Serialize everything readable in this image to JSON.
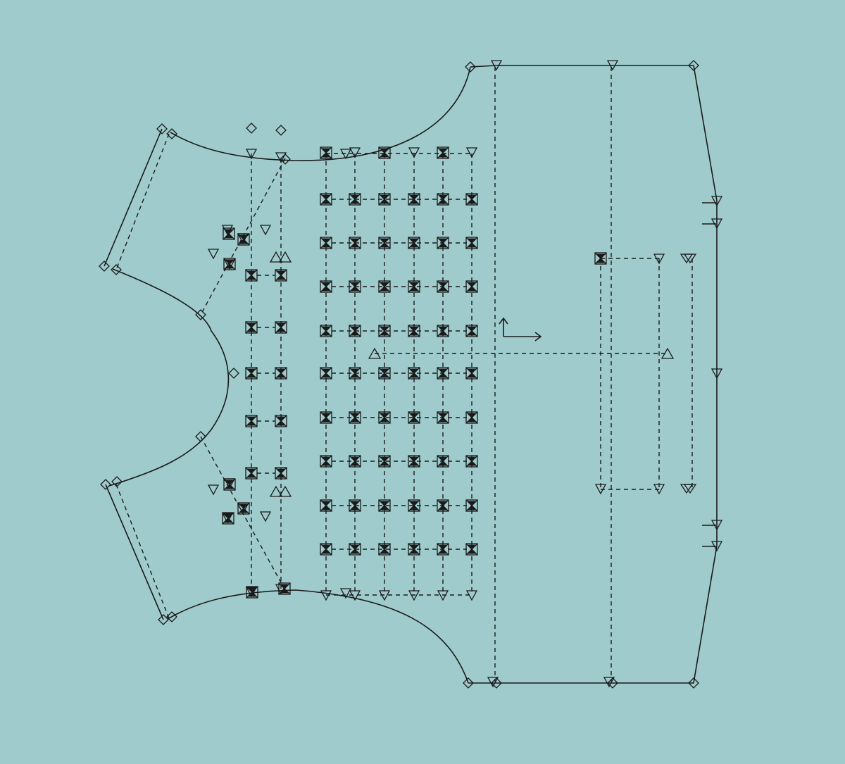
{
  "canvas": {
    "background": "#9fcbcc",
    "line_color": "#1a1a1a"
  },
  "pattern_piece": {
    "type": "garment-pattern-piece",
    "point_markers": [
      "corner-point",
      "notch",
      "drill-hole",
      "grade-point"
    ],
    "drill_grid": {
      "left_block": {
        "columns": 2,
        "rows": 8
      },
      "center_block": {
        "columns": 6,
        "rows": 11
      },
      "right_block": {
        "columns": 3,
        "rows": 2
      }
    },
    "grain_line": "horizontal",
    "axis_indicator": "orientation-arrows"
  }
}
